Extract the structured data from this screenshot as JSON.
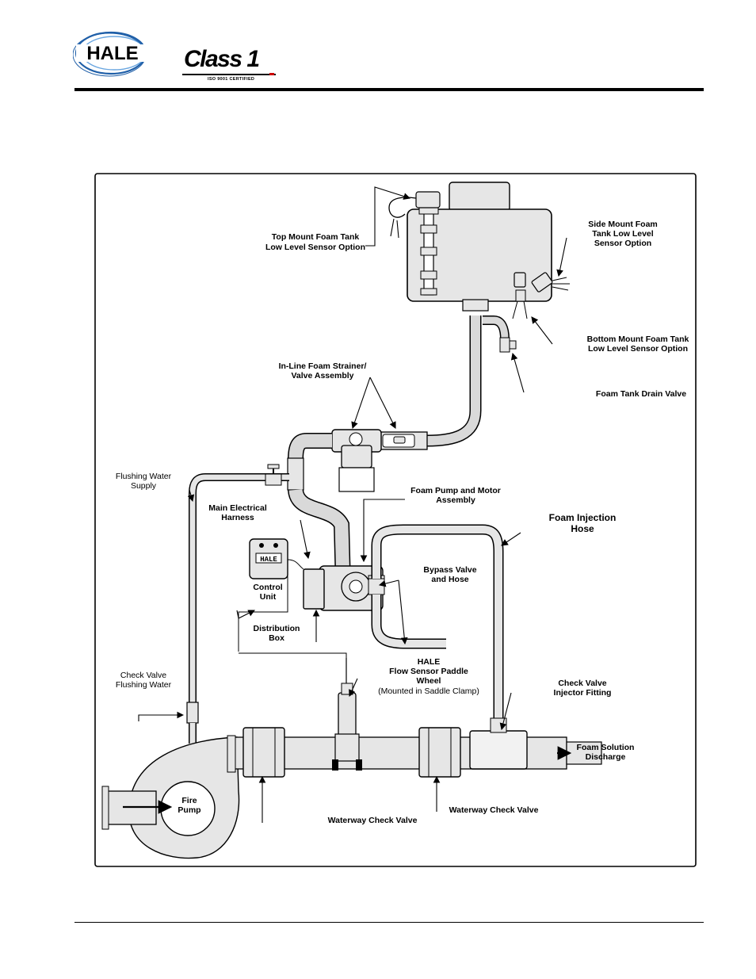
{
  "header": {
    "logo_hale": "HALE",
    "logo_class1": "Class 1",
    "logo_class1_cert": "ISO 9001 CERTIFIED"
  },
  "diagram": {
    "labels": {
      "top_mount_sensor": [
        "Top Mount Foam Tank",
        "Low Level Sensor Option"
      ],
      "side_mount_sensor": [
        "Side Mount Foam",
        "Tank Low Level",
        "Sensor Option"
      ],
      "bottom_mount_sensor": [
        "Bottom Mount Foam Tank",
        "Low Level Sensor Option"
      ],
      "drain_valve": [
        "Foam Tank Drain Valve"
      ],
      "strainer": [
        "In-Line Foam Strainer/",
        "Valve Assembly"
      ],
      "flushing_supply": [
        "Flushing Water",
        "Supply"
      ],
      "pump_motor": [
        "Foam Pump and Motor",
        "Assembly"
      ],
      "injection_hose": [
        "Foam Injection",
        "Hose"
      ],
      "main_harness": [
        "Main Electrical",
        "Harness"
      ],
      "bypass_valve": [
        "Bypass Valve",
        "and Hose"
      ],
      "control_unit": [
        "Control",
        "Unit"
      ],
      "distribution_box": [
        "Distribution",
        "Box"
      ],
      "flow_sensor": [
        "HALE",
        "Flow Sensor Paddle",
        "Wheel",
        "(Mounted in Saddle Clamp)"
      ],
      "check_valve_flush": [
        "Check Valve",
        "Flushing Water"
      ],
      "check_valve_injector": [
        "Check Valve",
        "Injector Fitting"
      ],
      "foam_solution": [
        "Foam Solution",
        "Discharge"
      ],
      "fire_pump": [
        "Fire",
        "Pump"
      ],
      "waterway_check_1": [
        "Waterway Check Valve"
      ],
      "waterway_check_2": [
        "Waterway Check Valve"
      ]
    },
    "control_display": "HALE"
  },
  "colors": {
    "component_fill": "#e6e6e6",
    "pipe_fill": "#d9d9d9",
    "outline": "#000000"
  }
}
